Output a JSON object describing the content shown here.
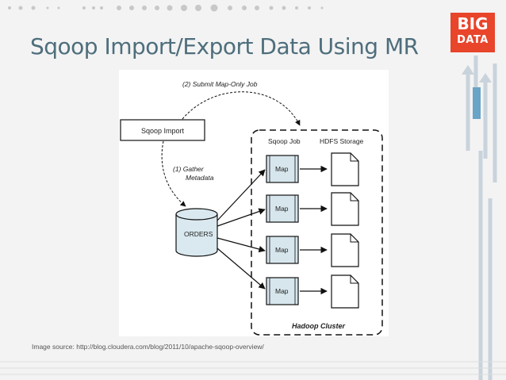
{
  "slide": {
    "title": "Sqoop Import/Export Data Using MR",
    "caption": "Image source: http://blog.cloudera.com/blog/2011/10/apache-sqoop-overview/"
  },
  "logo": {
    "line1": "BIG",
    "line2": "DATA"
  },
  "diagram": {
    "submit_label": "(2) Submit Map-Only Job",
    "import_box": "Sqoop Import",
    "gather_line1": "(1) Gather",
    "gather_line2": "Metadata",
    "database_label": "ORDERS",
    "sqoop_job_header": "Sqoop Job",
    "hdfs_header": "HDFS Storage",
    "map_label": "Map",
    "cluster_label": "Hadoop Cluster",
    "map_count": 4
  },
  "colors": {
    "title": "#4e6e7c",
    "logo_bg": "#e8452b",
    "map_box": "#d6e6ec",
    "database": "#d9e9ef",
    "background": "#f3f3f3"
  }
}
